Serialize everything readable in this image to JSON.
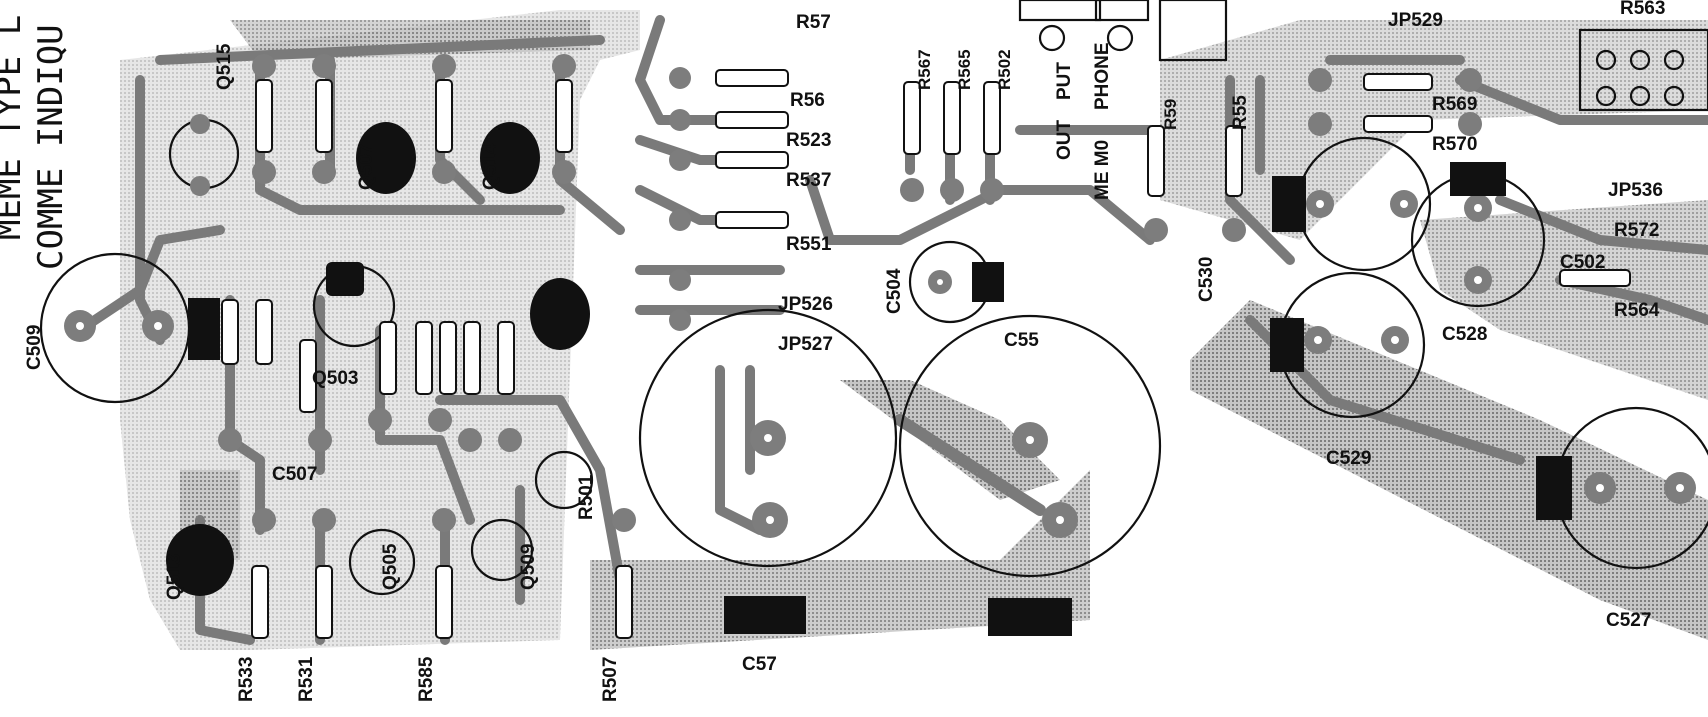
{
  "header": {
    "line1": "MEME TYPE L",
    "line2": "COMME INDIQU"
  },
  "labels": {
    "C509": "C509",
    "Q515": "Q515",
    "Q507": "Q507",
    "Q514": "Q514",
    "R57": "R57",
    "R56": "R56",
    "R523": "R523",
    "R537": "R537",
    "R551": "R551",
    "JP526": "JP526",
    "JP527": "JP527",
    "JP529": "JP529",
    "JP536": "JP536",
    "Q503": "Q503",
    "C507": "C507",
    "Q513": "Q513",
    "Q505": "Q505",
    "Q509": "Q509",
    "R533": "R533",
    "R531": "R531",
    "R585": "R585",
    "R507": "R507",
    "R501": "R501",
    "C55": "C55",
    "C57": "C57",
    "C504": "C504",
    "C530": "C530",
    "C529": "C529",
    "C528": "C528",
    "C527": "C527",
    "C502": "C502",
    "R563": "R563",
    "R570": "R570",
    "R572": "R572",
    "R564": "R564",
    "R55": "R55",
    "R59": "R59",
    "R502": "R502",
    "OUT": "OUT",
    "PUT": "PUT",
    "MEMO": "ME M0",
    "PHONE": "PHONE",
    "R569": "R569",
    "R567": "R567",
    "R565": "R565"
  }
}
